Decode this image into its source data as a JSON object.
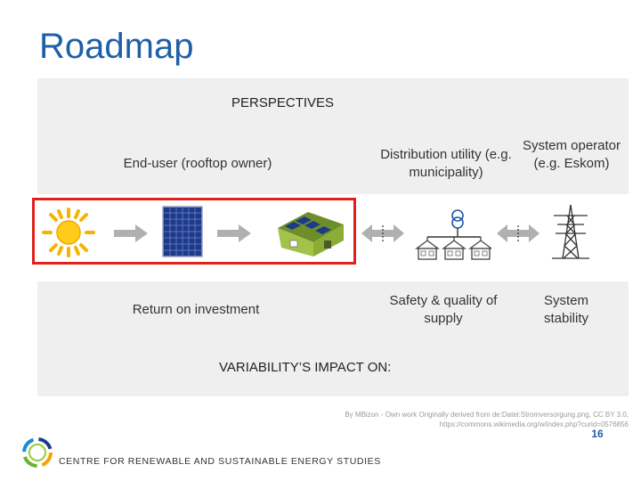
{
  "slide": {
    "title": "Roadmap",
    "perspectives_heading": "PERSPECTIVES",
    "perspectives": {
      "end_user": "End-user (rooftop owner)",
      "distribution": "Distribution utility (e.g. municipality)",
      "system_operator": "System operator (e.g. Eskom)"
    },
    "impacts": {
      "return_on_investment": "Return on investment",
      "safety_quality": "Safety & quality of supply",
      "stability": "System stability"
    },
    "variability_heading": "VARIABILITY’S IMPACT ON:",
    "image_credit": "By MBizon - Own work Originally derived from de:Datei:Stromversorgung.png, CC BY 3.0, https://commons.wikimedia.org/w/index.php?curid=0576856",
    "page_number": "16",
    "centre_name": "CENTRE FOR RENEWABLE AND SUSTAINABLE ENERGY STUDIES"
  },
  "colors": {
    "title": "#1f5fa8",
    "highlight_border": "#e0211b",
    "panel_bg": "#efefef",
    "arrow": "#b0b0b0"
  },
  "icons": [
    "sun-icon",
    "solar-panel-icon",
    "house-with-solar-icon",
    "substation-icon",
    "pylon-icon"
  ]
}
